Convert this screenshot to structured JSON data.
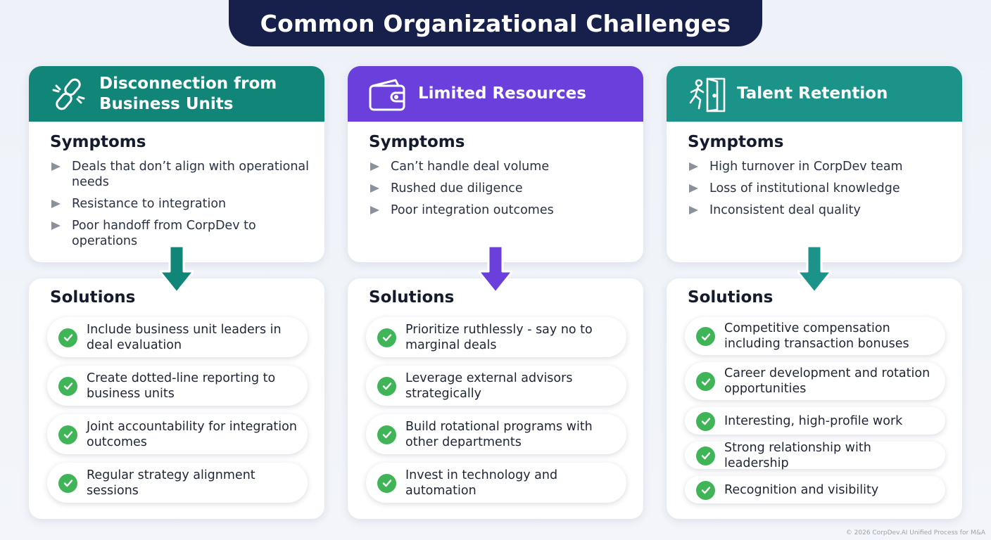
{
  "title": "Common Organizational Challenges",
  "columns": [
    {
      "header": "Disconnection from Business Units",
      "icon": "broken-link-icon",
      "color": "#128579",
      "symptoms_title": "Symptoms",
      "symptoms": [
        "Deals that don’t align with operational needs",
        "Resistance to integration",
        "Poor handoff from CorpDev to operations"
      ],
      "solutions_title": "Solutions",
      "solutions": [
        "Include business unit leaders in deal evaluation",
        "Create dotted-line reporting to business units",
        "Joint accountability for integration outcomes",
        "Regular strategy alignment sessions"
      ]
    },
    {
      "header": "Limited Resources",
      "icon": "wallet-icon",
      "color": "#6a3fdc",
      "symptoms_title": "Symptoms",
      "symptoms": [
        "Can’t handle deal volume",
        "Rushed due diligence",
        "Poor integration outcomes"
      ],
      "solutions_title": "Solutions",
      "solutions": [
        "Prioritize ruthlessly - say no to marginal deals",
        "Leverage external advisors strategically",
        "Build rotational programs with other departments",
        "Invest in technology and automation"
      ]
    },
    {
      "header": "Talent Retention",
      "icon": "exit-door-icon",
      "color": "#1c9388",
      "symptoms_title": "Symptoms",
      "symptoms": [
        "High turnover in CorpDev team",
        "Loss of institutional knowledge",
        "Inconsistent deal quality"
      ],
      "solutions_title": "Solutions",
      "solutions": [
        "Competitive compensation including transaction bonuses",
        "Career development and rotation opportunities",
        "Interesting, high-profile work",
        "Strong relationship with leadership",
        "Recognition and visibility"
      ]
    }
  ],
  "footer": "© 2026 CorpDev.AI Unified Process for M&A"
}
